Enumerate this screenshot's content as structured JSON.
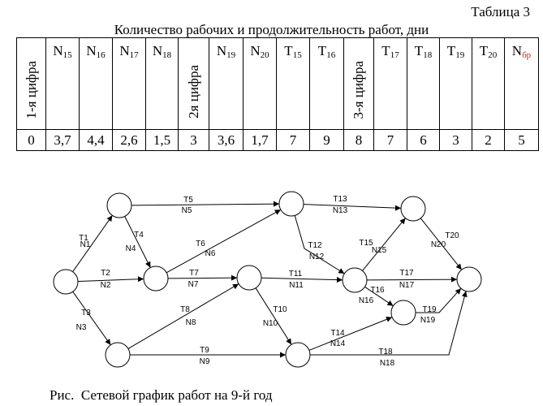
{
  "table_label": "Таблица 3",
  "table_title": "Количество рабочих и продолжительность работ, дни",
  "table": {
    "headers": [
      {
        "vertical": true,
        "text": "1-я цифра"
      },
      {
        "main": "N",
        "sub": "15"
      },
      {
        "main": "N",
        "sub": "16"
      },
      {
        "main": "N",
        "sub": "17"
      },
      {
        "main": "N",
        "sub": "18"
      },
      {
        "vertical": true,
        "text": "2я цифра"
      },
      {
        "main": "N",
        "sub": "19"
      },
      {
        "main": "N",
        "sub": "20"
      },
      {
        "main": "T",
        "sub": "15"
      },
      {
        "main": "T",
        "sub": "16"
      },
      {
        "vertical": true,
        "text": "3-я цифра"
      },
      {
        "main": "T",
        "sub": "17"
      },
      {
        "main": "T",
        "sub": "18"
      },
      {
        "main": "T",
        "sub": "19"
      },
      {
        "main": "T",
        "sub": "20"
      },
      {
        "main": "N",
        "sub": "бр",
        "sub_color": "#cc2200"
      }
    ],
    "values": [
      "0",
      "3,7",
      "4,4",
      "2,6",
      "1,5",
      "3",
      "3,6",
      "1,7",
      "7",
      "9",
      "8",
      "7",
      "6",
      "3",
      "2",
      "5"
    ]
  },
  "network": {
    "edges": [
      {
        "from": "A",
        "to": "B",
        "top": "T1",
        "bottom": "N1"
      },
      {
        "from": "A",
        "to": "C",
        "top": "T2",
        "bottom": "N2"
      },
      {
        "from": "A",
        "to": "D",
        "top": "T3",
        "bottom": "N3"
      },
      {
        "from": "B",
        "to": "C",
        "top": "T4",
        "bottom": "N4"
      },
      {
        "from": "B",
        "to": "E",
        "top": "T5",
        "bottom": "N5"
      },
      {
        "from": "C",
        "to": "E",
        "top": "T6",
        "bottom": "N6"
      },
      {
        "from": "C",
        "to": "F",
        "top": "T7",
        "bottom": "N7"
      },
      {
        "from": "D",
        "to": "F",
        "top": "T8",
        "bottom": "N8"
      },
      {
        "from": "D",
        "to": "G",
        "top": "T9",
        "bottom": "N9"
      },
      {
        "from": "F",
        "to": "G",
        "top": "T10",
        "bottom": "N10"
      },
      {
        "from": "F",
        "to": "H",
        "top": "T11",
        "bottom": "N11"
      },
      {
        "from": "E",
        "to": "H",
        "top": "T12",
        "bottom": "N12"
      },
      {
        "from": "E",
        "to": "I",
        "top": "T13",
        "bottom": "N13"
      },
      {
        "from": "G",
        "to": "J",
        "top": "T14",
        "bottom": "N14"
      },
      {
        "from": "H",
        "to": "I",
        "top": "T15",
        "bottom": "N15"
      },
      {
        "from": "H",
        "to": "J",
        "top": "T16",
        "bottom": "N16"
      },
      {
        "from": "H",
        "to": "K",
        "top": "T17",
        "bottom": "N17"
      },
      {
        "from": "G",
        "to": "K",
        "top": "T18",
        "bottom": "N18"
      },
      {
        "from": "J",
        "to": "K",
        "top": "T19",
        "bottom": "N19"
      },
      {
        "from": "I",
        "to": "K",
        "top": "T20",
        "bottom": "N20"
      }
    ]
  },
  "caption": "Рис.  Сетевой график работ на 9-й год"
}
